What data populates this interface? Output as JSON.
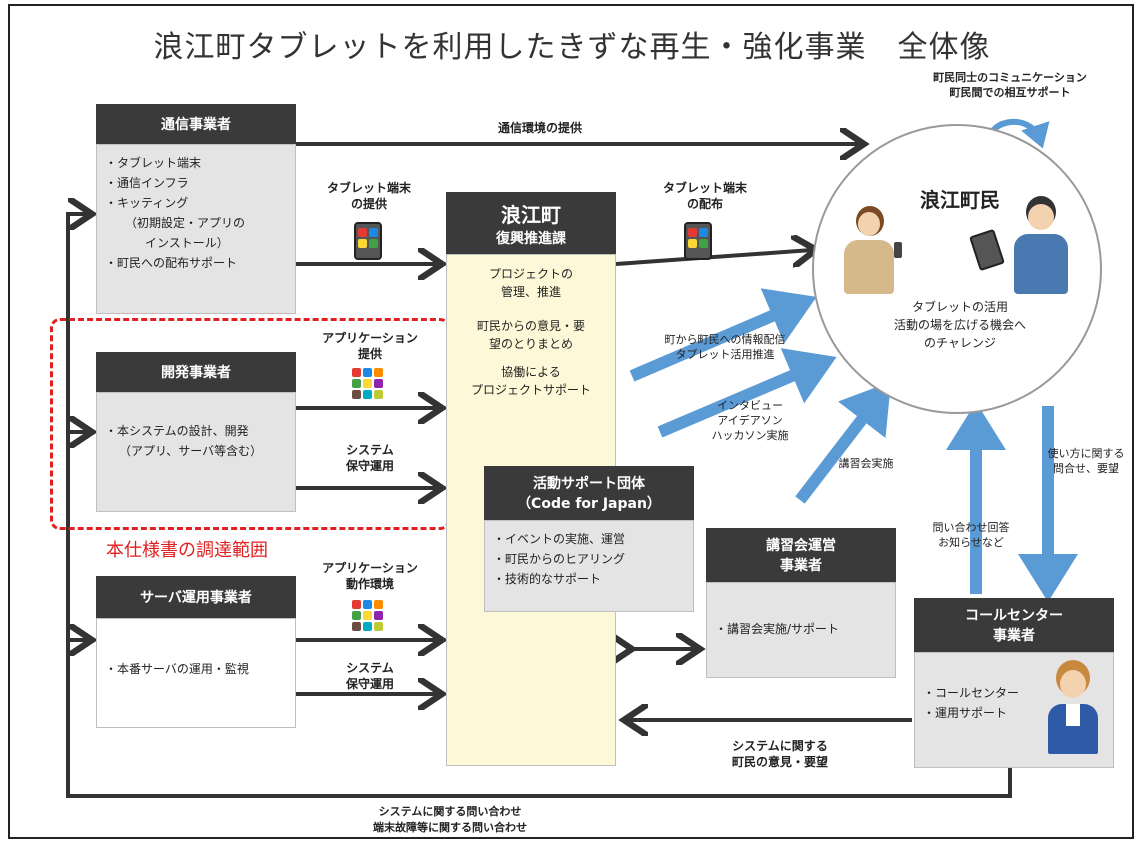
{
  "title": "浪江町タブレットを利用したきずな再生・強化事業　全体像",
  "tsushin": {
    "header": "通信事業者",
    "items": [
      "・タブレット端末",
      "・通信インフラ",
      "・キッティング",
      "（初期設定・アプリの",
      "インストール）",
      "・町民への配布サポート"
    ]
  },
  "kaihatsu": {
    "header": "開発事業者",
    "items": [
      "・本システムの設計、開発",
      "（アプリ、サーバ等含む）"
    ]
  },
  "server": {
    "header": "サーバ運用事業者",
    "items": [
      "・本番サーバの運用・監視"
    ]
  },
  "namie": {
    "header1": "浪江町",
    "header2": "復興推進課",
    "items": [
      "プロジェクトの\n管理、推進",
      "町民からの意見・要\n望のとりまとめ",
      "協働による\nプロジェクトサポート"
    ]
  },
  "katsudo": {
    "header1": "活動サポート団体",
    "header2": "（Code for Japan）",
    "items": [
      "・イベントの実施、運営",
      "・町民からのヒアリング",
      "・技術的なサポート"
    ]
  },
  "koshukai": {
    "header": "講習会運営\n事業者",
    "items": [
      "・講習会実施/サポート"
    ]
  },
  "call": {
    "header": "コールセンター\n事業者",
    "items": [
      "・コールセンター",
      "・運用サポート"
    ]
  },
  "residents": {
    "title": "浪江町民",
    "text": "タブレットの活用\n活動の場を広げる機会へ\nのチャレンジ"
  },
  "labels": {
    "top_comm": "町民同士のコミュニケーション\n町民間での相互サポート",
    "comm_env": "通信環境の提供",
    "tablet_provide": "タブレット端末\nの提供",
    "tablet_dist": "タブレット端末\nの配布",
    "app_provide": "アプリケーション\n提供",
    "sys_maint1": "システム\n保守運用",
    "app_env": "アプリケーション\n動作環境",
    "sys_maint2": "システム\n保守運用",
    "scope": "本仕様書の調達範囲",
    "info_dist": "町から町民への情報配信\nタブレット活用推進",
    "interview": "インタビュー\nアイデアソン\nハッカソン実施",
    "koshu_jisshi": "講習会実施",
    "answer": "問い合わせ回答\nお知らせなど",
    "usage_q": "使い方に関する\n問合せ、要望",
    "sys_opinion": "システムに関する\n町民の意見・要望",
    "bottom": "システムに関する問い合わせ\n端末故障等に関する問い合わせ"
  },
  "colors": {
    "header": "#3a3a3a",
    "gray_box": "#e4e4e4",
    "namie_body": "#fdf9d8",
    "blue_arrow": "#5b9bd5",
    "red": "#e02020"
  },
  "app_tile_colors": [
    "#e53935",
    "#1e88e5",
    "#fb8c00",
    "#43a047",
    "#fdd835",
    "#8e24aa",
    "#6d4c41",
    "#00acc1",
    "#c0ca33"
  ]
}
